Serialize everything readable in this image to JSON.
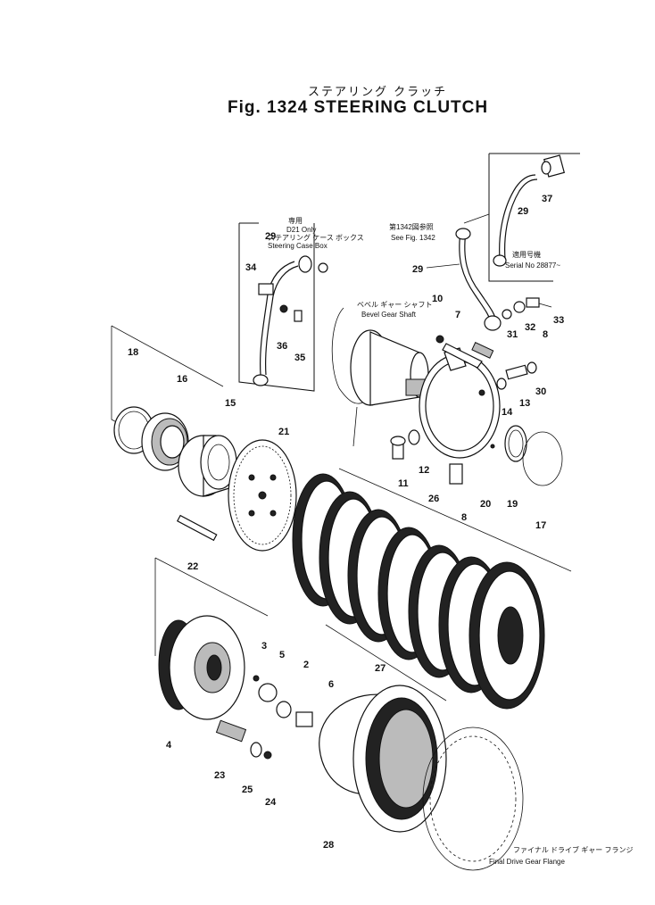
{
  "title": {
    "japanese": "ステアリング クラッチ",
    "figure": "Fig. 1324 STEERING CLUTCH"
  },
  "callouts": {
    "d21_only_jp": "専用",
    "d21_only": "D21 Only",
    "steering_case_box_jp": "ステアリング ケース ボックス",
    "steering_case_box": "Steering Case Box",
    "see_fig_jp": "第1342図参照",
    "see_fig": "See Fig. 1342",
    "bevel_gear_shaft_jp": "ベベル ギャー シャフト",
    "bevel_gear_shaft": "Bevel Gear Shaft",
    "serial_jp": "適用号機",
    "serial": "Serial No 28877~",
    "final_drive_jp": "ファイナル ドライブ ギャー フランジ",
    "final_drive": "Final Drive Gear Flange"
  },
  "part_numbers": {
    "p2": "2",
    "p3": "3",
    "p4": "4",
    "p5": "5",
    "p6": "6",
    "p7": "7",
    "p8a": "8",
    "p8b": "8",
    "p10": "10",
    "p11": "11",
    "p12": "12",
    "p13": "13",
    "p14": "14",
    "p15": "15",
    "p16": "16",
    "p17": "17",
    "p18": "18",
    "p19": "19",
    "p20": "20",
    "p21": "21",
    "p22": "22",
    "p23": "23",
    "p24": "24",
    "p25": "25",
    "p26": "26",
    "p27": "27",
    "p28": "28",
    "p29a": "29",
    "p29b": "29",
    "p29c": "29",
    "p30": "30",
    "p31": "31",
    "p32": "32",
    "p33": "33",
    "p34": "34",
    "p35": "35",
    "p36": "36",
    "p37": "37"
  }
}
